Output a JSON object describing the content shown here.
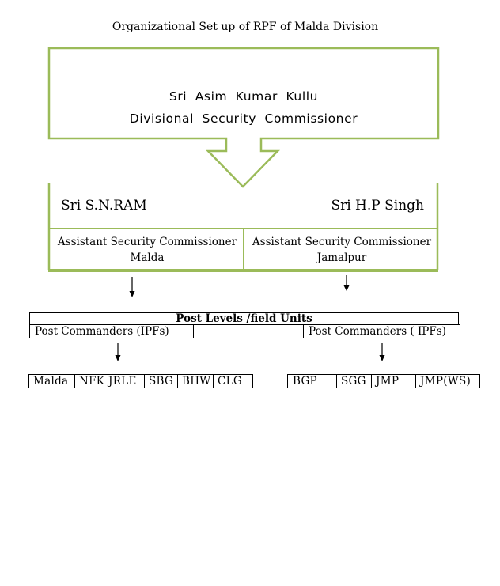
{
  "title": "Organizational Set up of RPF of Malda Division",
  "top_box": {
    "name": "Sri Asim Kumar Kullu",
    "role": "Divisional Security Commissioner"
  },
  "left_asc": {
    "name": "Sri S.N.RAM",
    "role_line1": "Assistant Security Commissioner",
    "role_line2": "Malda"
  },
  "right_asc": {
    "name": "Sri H.P Singh",
    "role_line1": "Assistant Security Commissioner",
    "role_line2": "Jamalpur"
  },
  "post_levels": "Post Levels /field Units",
  "left_commanders": "Post Commanders (IPFs)",
  "right_commanders": "Post Commanders ( IPFs)",
  "left_units": [
    "Malda",
    "NFK",
    "JRLE",
    "SBG",
    "BHW",
    "CLG"
  ],
  "right_units": [
    "BGP",
    "SGG",
    "JMP",
    "JMP(WS)"
  ],
  "colors": {
    "box_border": "#9bbb59",
    "text": "#000000"
  }
}
